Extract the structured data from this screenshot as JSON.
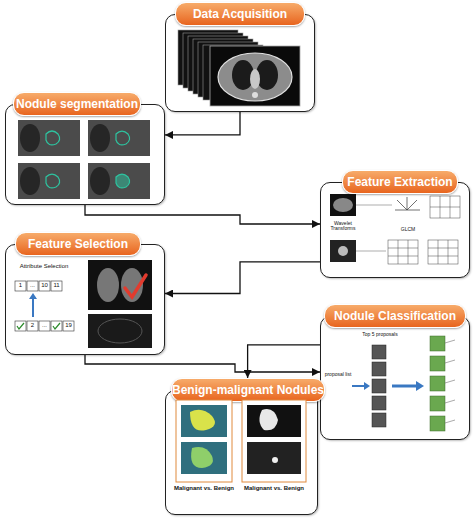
{
  "diagram": {
    "nodes": [
      {
        "text": [
          "Data Acquisition"
        ]
      },
      {
        "text": [
          "Nodule segmentation"
        ]
      },
      {
        "text": [
          "Feature Extraction"
        ]
      },
      {
        "text": [
          "Feature Selection"
        ]
      },
      {
        "text": [
          "Nodule Classification"
        ]
      },
      {
        "text": [
          "Benign-malignant Nodules"
        ]
      }
    ],
    "edges": [
      {
        "from": 0,
        "to": 1,
        "arrow": "to"
      },
      {
        "from": 1,
        "to": 2,
        "arrow": "to"
      },
      {
        "from": 2,
        "to": 3,
        "arrow": "to"
      },
      {
        "from": 3,
        "to": 4,
        "arrow": "to"
      },
      {
        "from": 4,
        "to": 5,
        "arrow": "to"
      }
    ],
    "labels": [
      "Wavelet Transforms",
      "GLCM",
      "Attribute Selection",
      "1",
      "...",
      "10",
      "11",
      "2",
      "...",
      "19",
      "Top 5 proposals",
      "proposal list",
      "Malignant vs. Benign",
      "Malignant vs. Benign"
    ]
  }
}
